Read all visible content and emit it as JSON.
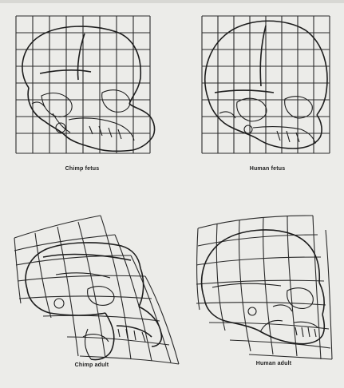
{
  "figure": {
    "captions": {
      "chimp_fetus": "Chimp fetus",
      "human_fetus": "Human fetus",
      "chimp_adult": "Chimp adult",
      "human_adult": "Human adult"
    }
  }
}
